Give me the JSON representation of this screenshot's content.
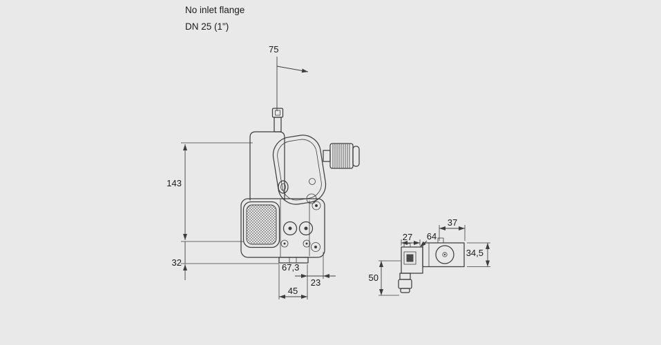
{
  "annotations": {
    "note_line1": "No inlet flange",
    "note_line2": "DN 25 (1\")"
  },
  "colors": {
    "background": "#e9e9e9",
    "line": "#3d3d3d",
    "text": "#1a1a1a"
  },
  "dimensions": {
    "main_view": {
      "top_width": "75",
      "upper_height": "143",
      "lower_height": "32",
      "body_depth": "67,3",
      "outlet_offset": "23",
      "bottom_width": "45"
    },
    "side_view": {
      "solenoid_depth": "27",
      "overall_width": "64",
      "body_width": "37",
      "body_height": "34,5",
      "lower_height": "50"
    }
  }
}
